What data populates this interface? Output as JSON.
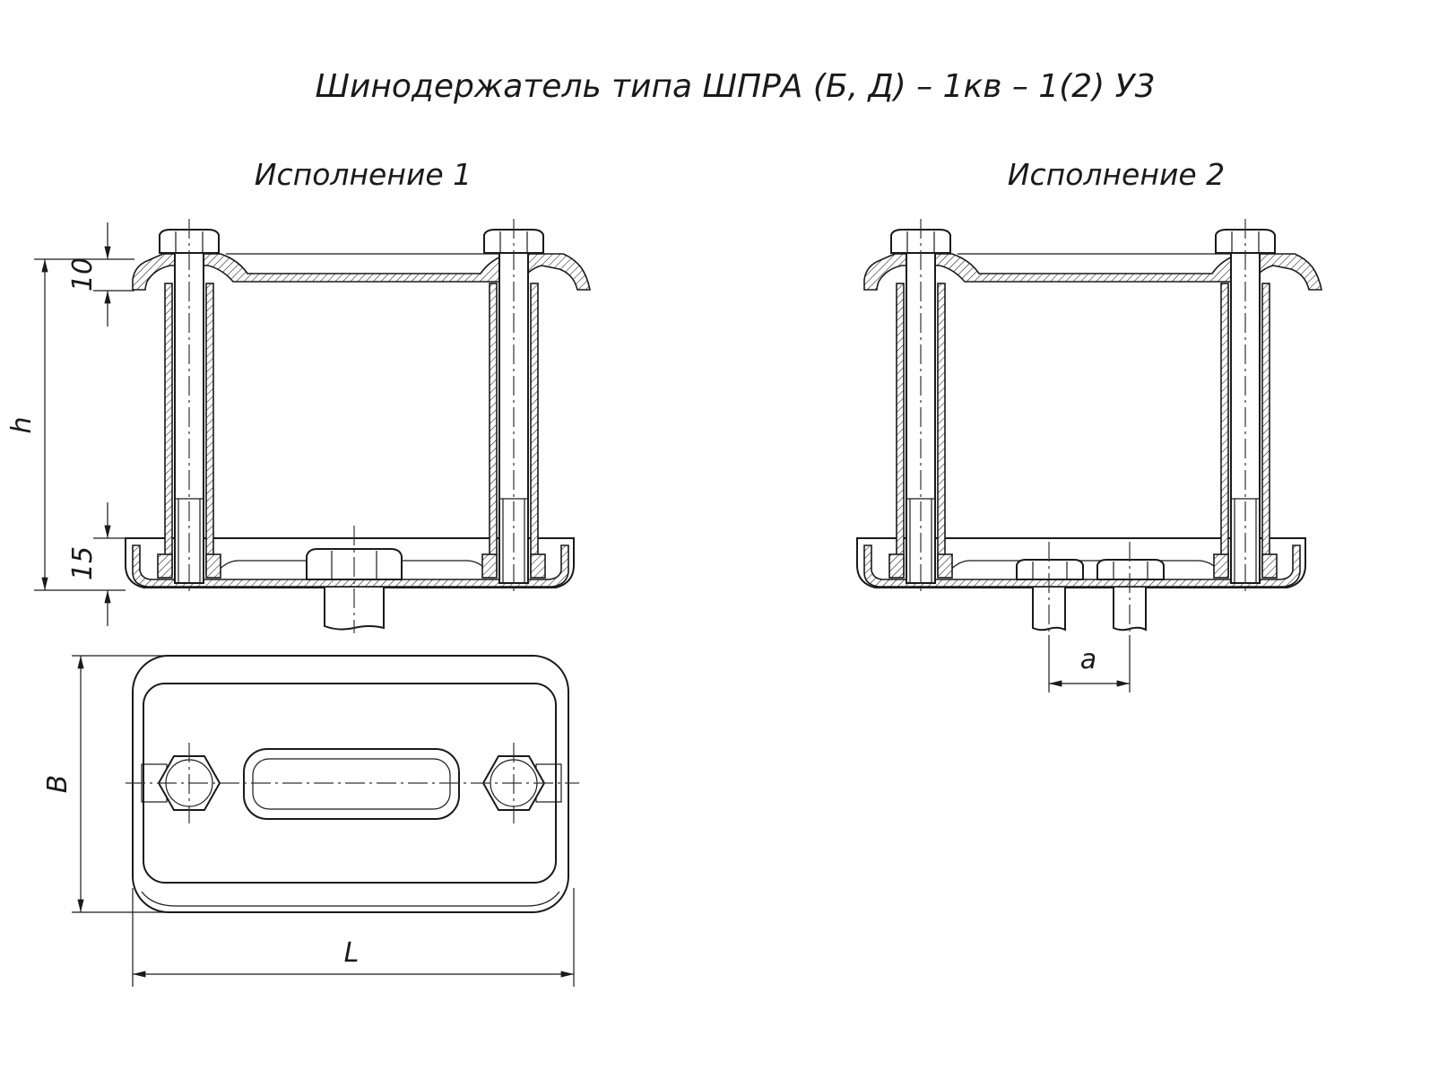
{
  "title": "Шинодержатель типа ШПРА (Б, Д) – 1кв – 1(2) У3",
  "variant1": {
    "label": "Исполнение 1"
  },
  "variant2": {
    "label": "Исполнение 2"
  },
  "dimensions": {
    "top_offset": "10",
    "height": "h",
    "bottom_offset": "15",
    "width": "B",
    "length": "L",
    "spacing": "a"
  }
}
